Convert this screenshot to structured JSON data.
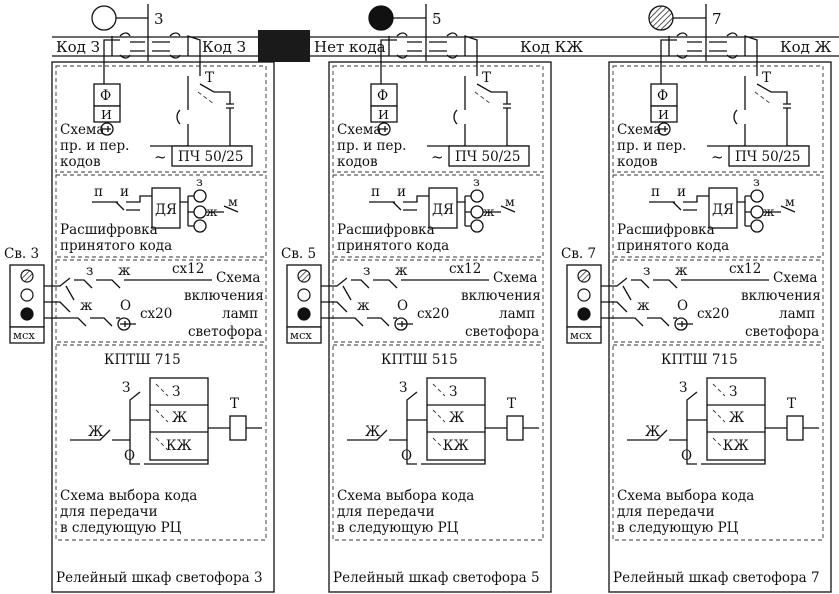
{
  "colors": {
    "ink": "#111111",
    "paper": "#ffffff",
    "occupied_block": "#1a1a1a"
  },
  "signals": [
    {
      "number": "3",
      "aspect": "open"
    },
    {
      "number": "5",
      "aspect": "filled"
    },
    {
      "number": "7",
      "aspect": "hatched"
    }
  ],
  "track_codes": [
    "Код З",
    "Код З",
    "Нет кода",
    "Код КЖ",
    "Код Ж"
  ],
  "cabinets": [
    {
      "signal_label": "Св. 3",
      "msx": "мсх",
      "rx_tx": {
        "f": "Ф",
        "i": "И",
        "t": "Т",
        "label": [
          "Схема",
          "пр. и пер.",
          "кодов"
        ],
        "converter": "ПЧ 50/25",
        "ac": "~"
      },
      "decode": {
        "p": "п",
        "i": "и",
        "z": "з",
        "zh": "ж",
        "m": "м",
        "relay": "ДЯ",
        "label": [
          "Расшифровка",
          "принятого кода"
        ]
      },
      "lamp": {
        "z": "з",
        "zh": "ж",
        "sx12": "сх12",
        "zh2": "ж",
        "o": "О",
        "sx20": "сх20",
        "label": [
          "Схема",
          "включения",
          "ламп",
          "светофора"
        ]
      },
      "kptsh": {
        "title": "КПТШ 715",
        "z_top": "З",
        "z_box": "З",
        "zh": "Ж",
        "zh_left": "Ж",
        "o": "О",
        "kzh": "КЖ",
        "t": "Т"
      },
      "select_label": [
        "Схема выбора кода",
        "для передачи",
        "в следующую РЦ"
      ],
      "cabinet_label": "Релейный шкаф светофора 3"
    },
    {
      "signal_label": "Св. 5",
      "msx": "мсх",
      "rx_tx": {
        "f": "Ф",
        "i": "И",
        "t": "Т",
        "label": [
          "Схема",
          "пр. и пер.",
          "кодов"
        ],
        "converter": "ПЧ 50/25",
        "ac": "~"
      },
      "decode": {
        "p": "п",
        "i": "и",
        "z": "з",
        "zh": "ж",
        "m": "м",
        "relay": "ДЯ",
        "label": [
          "Расшифровка",
          "принятого кода"
        ]
      },
      "lamp": {
        "z": "з",
        "zh": "ж",
        "sx12": "сх12",
        "zh2": "ж",
        "o": "О",
        "sx20": "сх20",
        "label": [
          "Схема",
          "включения",
          "ламп",
          "светофора"
        ]
      },
      "kptsh": {
        "title": "КПТШ 515",
        "z_top": "З",
        "z_box": "З",
        "zh": "Ж",
        "zh_left": "Ж",
        "o": "О",
        "kzh": "КЖ",
        "t": "Т"
      },
      "select_label": [
        "Схема выбора кода",
        "для передачи",
        "в следующую РЦ"
      ],
      "cabinet_label": "Релейный шкаф светофора 5"
    },
    {
      "signal_label": "Св. 7",
      "msx": "мсх",
      "rx_tx": {
        "f": "Ф",
        "i": "И",
        "t": "Т",
        "label": [
          "Схема",
          "пр. и пер.",
          "кодов"
        ],
        "converter": "ПЧ 50/25",
        "ac": "~"
      },
      "decode": {
        "p": "п",
        "i": "и",
        "z": "з",
        "zh": "ж",
        "m": "м",
        "relay": "ДЯ",
        "label": [
          "Расшифровка",
          "принятого кода"
        ]
      },
      "lamp": {
        "z": "з",
        "zh": "ж",
        "sx12": "сх12",
        "zh2": "ж",
        "o": "О",
        "sx20": "сх20",
        "label": [
          "Схема",
          "включения",
          "ламп",
          "светофора"
        ]
      },
      "kptsh": {
        "title": "КПТШ 715",
        "z_top": "З",
        "z_box": "З",
        "zh": "Ж",
        "zh_left": "Ж",
        "o": "О",
        "kzh": "КЖ",
        "t": "Т"
      },
      "select_label": [
        "Схема выбора кода",
        "для передачи",
        "в следующую РЦ"
      ],
      "cabinet_label": "Релейный шкаф светофора 7"
    }
  ]
}
